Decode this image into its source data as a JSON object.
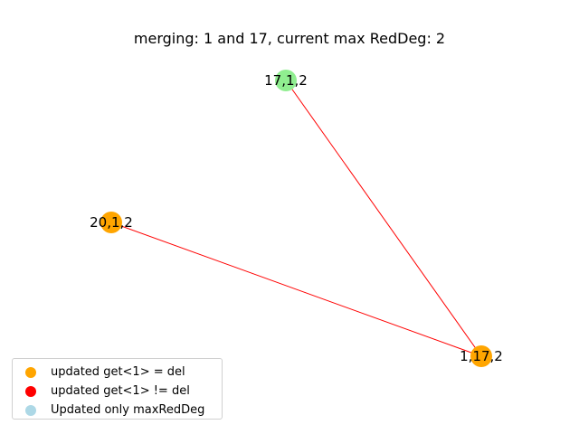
{
  "title": "merging: 1 and 17, current max RedDeg: 2",
  "colors": {
    "orange": "#ffa500",
    "light_green": "#90ee90",
    "red": "#ff0000",
    "light_blue": "#add8e6",
    "edge": "#ff0000"
  },
  "nodes": [
    {
      "id": "n17",
      "label": "17,1,2",
      "color": "light_green"
    },
    {
      "id": "n20",
      "label": "20,1,2",
      "color": "orange"
    },
    {
      "id": "n1",
      "label": "1,17,2",
      "color": "orange"
    }
  ],
  "edges": [
    {
      "source": "n17",
      "target": "n1"
    },
    {
      "source": "n20",
      "target": "n1"
    }
  ],
  "legend": {
    "items": [
      {
        "label": "updated get<1> = del",
        "color": "orange"
      },
      {
        "label": "updated get<1> != del",
        "color": "red"
      },
      {
        "label": "Updated only maxRedDeg",
        "color": "light_blue"
      }
    ]
  }
}
